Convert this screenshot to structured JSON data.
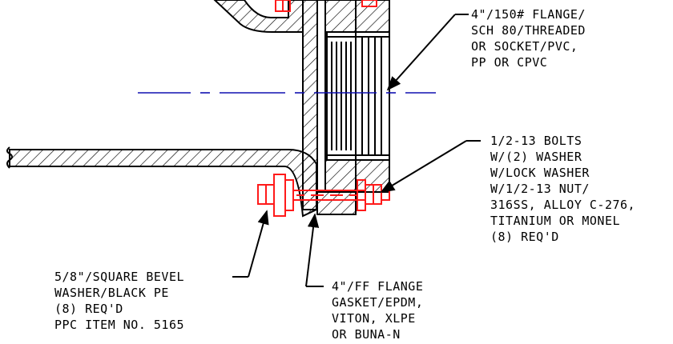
{
  "callouts": {
    "flange": {
      "lines": [
        "4\"/150# FLANGE/",
        "SCH 80/THREADED",
        "OR SOCKET/PVC,",
        "PP OR CPVC"
      ]
    },
    "bolts": {
      "lines": [
        "1/2-13 BOLTS",
        "W/(2) WASHER",
        "W/LOCK WASHER",
        "W/1/2-13 NUT/",
        "316SS, ALLOY C-276,",
        "TITANIUM OR MONEL",
        "(8) REQ'D"
      ]
    },
    "washer": {
      "lines": [
        "5/8\"/SQUARE BEVEL",
        "WASHER/BLACK PE",
        "(8) REQ'D",
        "PPC ITEM NO. 5165"
      ]
    },
    "gasket": {
      "lines": [
        "4\"/FF FLANGE",
        "GASKET/EPDM,",
        "VITON, XLPE",
        "OR BUNA-N"
      ]
    }
  },
  "colors": {
    "outline": "#000000",
    "bolts": "#ff1a1a",
    "centerline": "#1010b0",
    "background": "#ffffff"
  }
}
